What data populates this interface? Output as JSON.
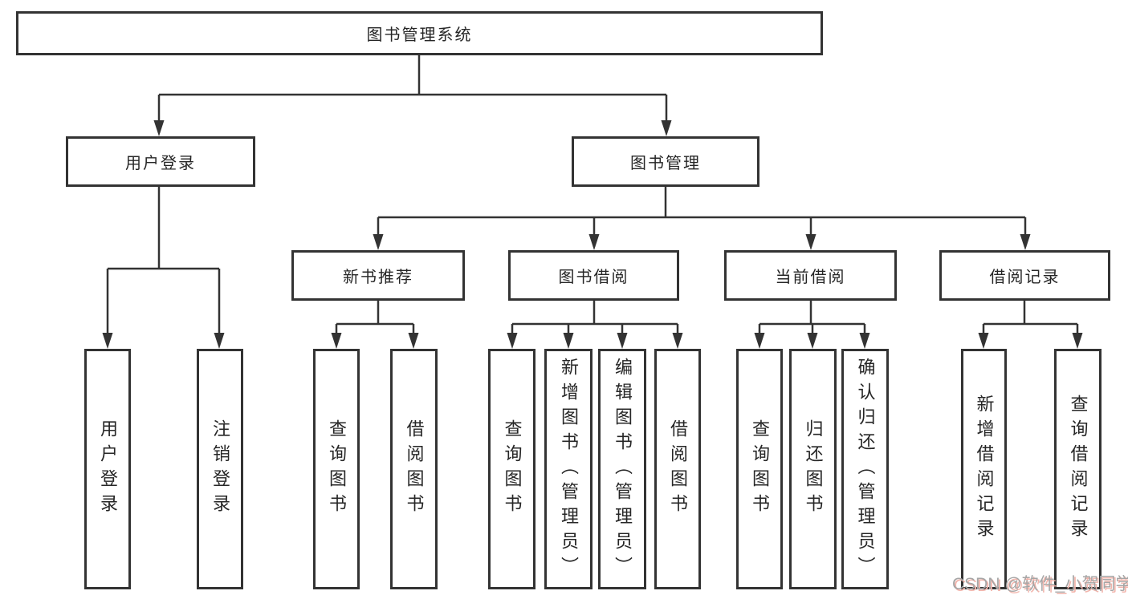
{
  "diagram": {
    "title": "图书管理系统",
    "root": {
      "label": "图书管理系统"
    },
    "level2": [
      {
        "id": "user-login",
        "label": "用户登录"
      },
      {
        "id": "book-management",
        "label": "图书管理"
      }
    ],
    "level3": [
      {
        "id": "new-book-recommend",
        "label": "新书推荐",
        "parent": "图书管理"
      },
      {
        "id": "book-borrowing",
        "label": "图书借阅",
        "parent": "图书管理"
      },
      {
        "id": "current-borrowing",
        "label": "当前借阅",
        "parent": "图书管理"
      },
      {
        "id": "borrowing-records",
        "label": "借阅记录",
        "parent": "图书管理"
      }
    ],
    "leaves": [
      {
        "label": "用户登录",
        "parent": "用户登录"
      },
      {
        "label": "注销登录",
        "parent": "用户登录"
      },
      {
        "label": "查询图书",
        "parent": "新书推荐"
      },
      {
        "label": "借阅图书",
        "parent": "新书推荐"
      },
      {
        "label": "查询图书",
        "parent": "图书借阅"
      },
      {
        "label": "新增图书（管理员）",
        "parent": "图书借阅"
      },
      {
        "label": "编辑图书（管理员）",
        "parent": "图书借阅"
      },
      {
        "label": "借阅图书",
        "parent": "图书借阅"
      },
      {
        "label": "查询图书",
        "parent": "当前借阅"
      },
      {
        "label": "归还图书",
        "parent": "当前借阅"
      },
      {
        "label": "确认归还（管理员）",
        "parent": "当前借阅"
      },
      {
        "label": "新增借阅记录",
        "parent": "借阅记录"
      },
      {
        "label": "查询借阅记录",
        "parent": "借阅记录"
      }
    ],
    "colors": {
      "line": "#333333",
      "box_border": "#333333",
      "text": "#262626",
      "background": "#ffffff"
    }
  },
  "watermark": {
    "text": "CSDN @软件_小贺同学",
    "color": "#a6a6a6",
    "shadow_color": "#f2b4ab"
  }
}
